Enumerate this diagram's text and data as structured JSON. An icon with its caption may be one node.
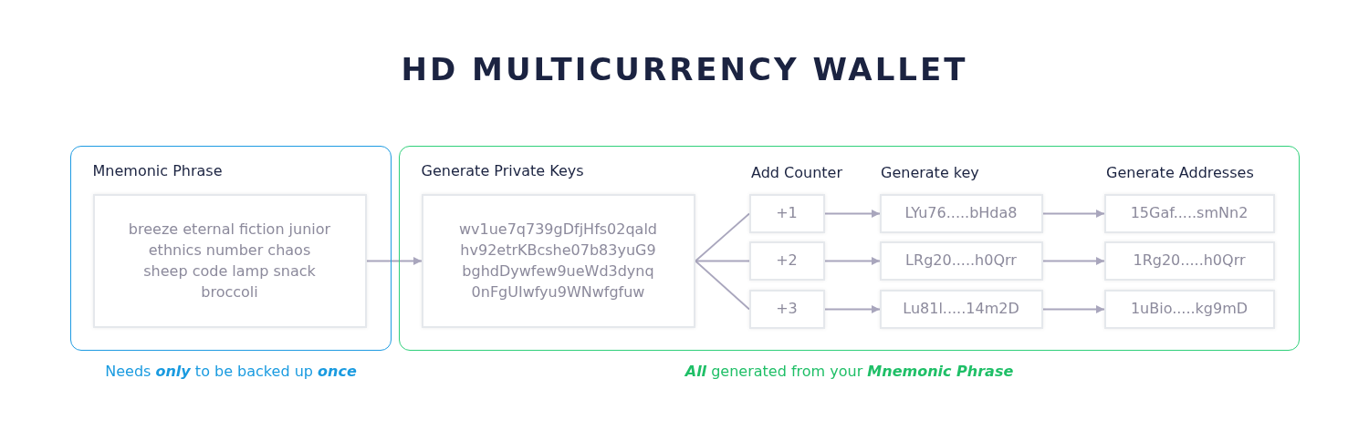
{
  "diagram": {
    "title": "HD MULTICURRENCY WALLET",
    "nodes": [
      {
        "text": [],
        "shape": "box",
        "beside": [
          "Needs **only** to be backed up **once**"
        ]
      },
      {
        "text": [
          "Mnemonic Phrase",
          "breeze eternal fiction junior ethnics number chaos sheep code lamp snack broccoli"
        ],
        "in": 0
      },
      {
        "text": [],
        "shape": "box",
        "beside": [
          "**All** generated from your **Mnemonic Phrase**"
        ]
      },
      {
        "text": [
          "Generate Private Keys",
          "wv1ue7q739gDfjHfs02qald hv92etrKBcshe07b83yuG9 bghdDywfew9ueWd3dynq 0nFgUIwfyu9WNwfgfuw"
        ],
        "in": 2
      },
      {
        "text": [
          "+1"
        ],
        "in": 2
      },
      {
        "text": [
          "+2"
        ],
        "in": 2
      },
      {
        "text": [
          "+3"
        ],
        "in": 2
      },
      {
        "text": [
          "LYu76.....bHda8"
        ],
        "in": 2
      },
      {
        "text": [
          "LRg20.....h0Qrr"
        ],
        "in": 2
      },
      {
        "text": [
          "Lu81l.....14m2D"
        ],
        "in": 2
      },
      {
        "text": [
          "15Gaf.....smNn2"
        ],
        "in": 2
      },
      {
        "text": [
          "1Rg20.....h0Qrr"
        ],
        "in": 2
      },
      {
        "text": [
          "1uBio.....kg9mD"
        ],
        "in": 2
      }
    ],
    "edges": [
      {
        "from": 1,
        "to": 3,
        "arrow": "to"
      },
      {
        "from": 3,
        "to": 4,
        "arrow": "none"
      },
      {
        "from": 3,
        "to": 5,
        "arrow": "none"
      },
      {
        "from": 3,
        "to": 6,
        "arrow": "none"
      },
      {
        "from": 4,
        "to": 7,
        "arrow": "to"
      },
      {
        "from": 5,
        "to": 8,
        "arrow": "to"
      },
      {
        "from": 6,
        "to": 9,
        "arrow": "to"
      },
      {
        "from": 7,
        "to": 10,
        "arrow": "to"
      },
      {
        "from": 8,
        "to": 11,
        "arrow": "to"
      },
      {
        "from": 9,
        "to": 12,
        "arrow": "to"
      }
    ],
    "labels": [
      "Add Counter",
      "Generate key",
      "Generate Addresses"
    ]
  }
}
